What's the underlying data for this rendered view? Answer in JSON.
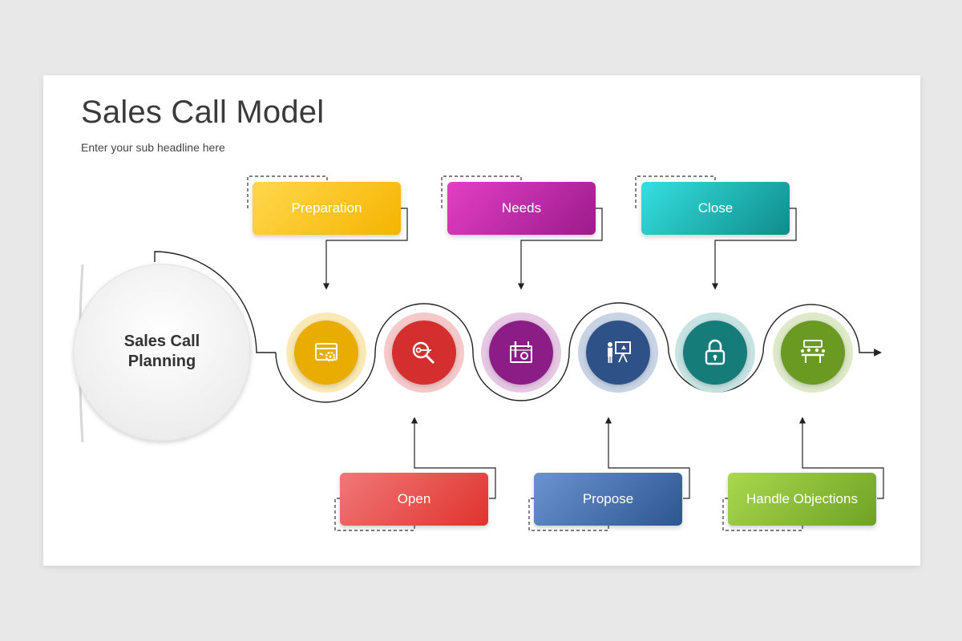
{
  "header": {
    "title": "Sales Call Model",
    "subtitle": "Enter your sub headline here"
  },
  "hub": {
    "label_line1": "Sales Call",
    "label_line2": "Planning"
  },
  "stages_top": [
    {
      "label": "Preparation",
      "color_from": "#ffd84d",
      "color_to": "#f5b400"
    },
    {
      "label": "Needs",
      "color_from": "#e33fc4",
      "color_to": "#9b1b8c"
    },
    {
      "label": "Close",
      "color_from": "#34e0e0",
      "color_to": "#0f8c8a"
    }
  ],
  "stages_bottom": [
    {
      "label": "Open",
      "color_from": "#f07878",
      "color_to": "#e0332d"
    },
    {
      "label": "Propose",
      "color_from": "#6b93cf",
      "color_to": "#2d5590"
    },
    {
      "label": "Handle Objections",
      "color_from": "#a9d84e",
      "color_to": "#6fa225"
    }
  ],
  "icons": [
    {
      "name": "browser-gear-icon",
      "color": "#e8ad00",
      "ring": "#fbe9b5"
    },
    {
      "name": "magnifier-key-icon",
      "color": "#d42f2f",
      "ring": "#f5c9c9"
    },
    {
      "name": "blueprint-tools-icon",
      "color": "#8c1f86",
      "ring": "#e6c7e4"
    },
    {
      "name": "presenter-board-icon",
      "color": "#2d5188",
      "ring": "#c8d3e5"
    },
    {
      "name": "padlock-icon",
      "color": "#137c79",
      "ring": "#c6e2e1"
    },
    {
      "name": "meeting-table-icon",
      "color": "#6a9a22",
      "ring": "#dde9c9"
    }
  ]
}
